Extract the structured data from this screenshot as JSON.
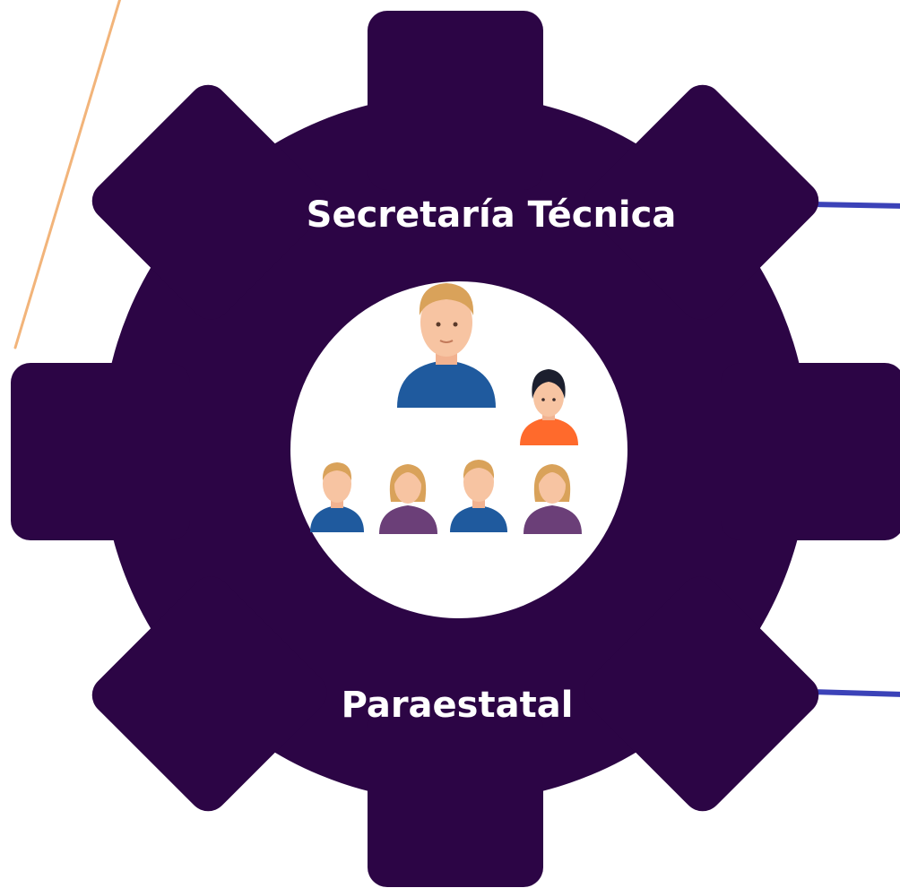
{
  "gear": {
    "top_label": "Secretaría Técnica",
    "bottom_label": "Paraestatal"
  },
  "colors": {
    "gear_fill": "#2c0545",
    "center_fill": "#ffffff",
    "connector_line": "#3b42b8",
    "accent_line": "#f2b47a",
    "label_text": "#ffffff",
    "shirt_blue": "#1f5a9e",
    "shirt_purple": "#6b3f78",
    "shirt_orange": "#ff6a2c",
    "skin": "#f7c4a2",
    "hair_blonde": "#d9a25a",
    "hair_dark": "#1c1f2e"
  },
  "center_icon": {
    "name": "team-hierarchy-icon",
    "people": [
      {
        "role": "leader",
        "shirt": "blue",
        "hair": "blonde"
      },
      {
        "role": "assistant",
        "shirt": "orange",
        "hair": "dark"
      },
      {
        "role": "member",
        "shirt": "blue",
        "hair": "blonde"
      },
      {
        "role": "member",
        "shirt": "purple",
        "hair": "blonde"
      },
      {
        "role": "member",
        "shirt": "blue",
        "hair": "blonde"
      },
      {
        "role": "member",
        "shirt": "purple",
        "hair": "blonde"
      }
    ]
  }
}
